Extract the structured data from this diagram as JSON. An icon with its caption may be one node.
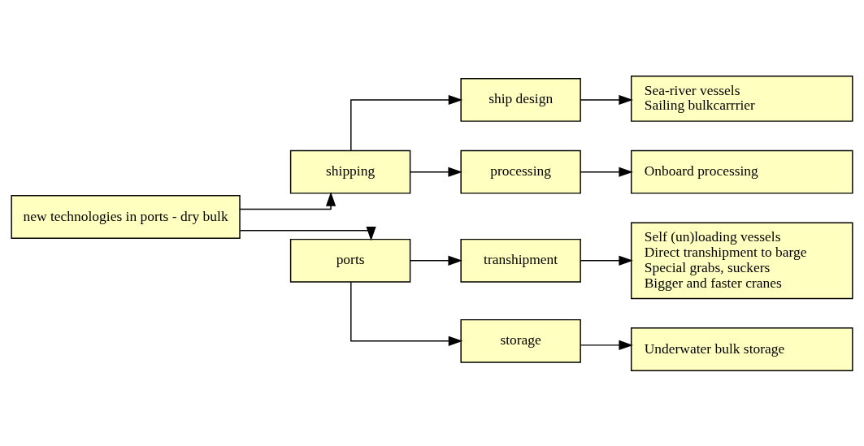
{
  "diagram": {
    "nodes": [
      {
        "text": [
          "new technologies in ports - dry bulk"
        ]
      },
      {
        "text": [
          "shipping"
        ]
      },
      {
        "text": [
          "ship design"
        ]
      },
      {
        "text": [
          "Sea-river vessels",
          "Sailing bulkcarrrier"
        ]
      },
      {
        "text": [
          "processing"
        ]
      },
      {
        "text": [
          "Onboard processing"
        ]
      },
      {
        "text": [
          "ports"
        ]
      },
      {
        "text": [
          "transhipment"
        ]
      },
      {
        "text": [
          "Self (un)loading vessels",
          "Direct transhipment to barge",
          "Special grabs, suckers",
          "Bigger and faster cranes"
        ]
      },
      {
        "text": [
          "storage"
        ]
      },
      {
        "text": [
          "Underwater bulk storage"
        ]
      }
    ],
    "edges": [
      {
        "from": 0,
        "to": 1,
        "arrow": "to"
      },
      {
        "from": 0,
        "to": 6,
        "arrow": "to"
      },
      {
        "from": 1,
        "to": 2,
        "arrow": "to"
      },
      {
        "from": 1,
        "to": 4,
        "arrow": "to"
      },
      {
        "from": 2,
        "to": 3,
        "arrow": "to"
      },
      {
        "from": 4,
        "to": 5,
        "arrow": "to"
      },
      {
        "from": 6,
        "to": 7,
        "arrow": "to"
      },
      {
        "from": 6,
        "to": 9,
        "arrow": "to"
      },
      {
        "from": 7,
        "to": 8,
        "arrow": "to"
      },
      {
        "from": 9,
        "to": 10,
        "arrow": "to"
      }
    ]
  }
}
